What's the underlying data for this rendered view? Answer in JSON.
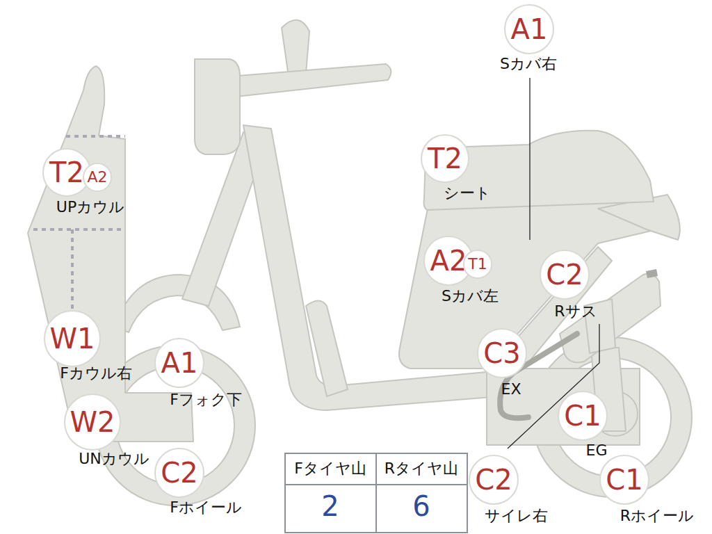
{
  "diagram": {
    "nodes": [
      {
        "text": [
          "A1"
        ]
      },
      {
        "text": [
          "T2"
        ]
      },
      {
        "text": [
          "A2"
        ]
      },
      {
        "text": [
          "T2"
        ]
      },
      {
        "text": [
          "A2"
        ]
      },
      {
        "text": [
          "T1"
        ]
      },
      {
        "text": [
          "C2"
        ]
      },
      {
        "text": [
          "W1"
        ]
      },
      {
        "text": [
          "A1"
        ]
      },
      {
        "text": [
          "C3"
        ]
      },
      {
        "text": [
          "W2"
        ]
      },
      {
        "text": [
          "C1"
        ]
      },
      {
        "text": [
          "C2"
        ]
      },
      {
        "text": [
          "C2"
        ]
      },
      {
        "text": [
          "C1"
        ]
      }
    ],
    "labels": [
      "Sカバ右",
      "UPカウル",
      "シート",
      "Sカバ左",
      "Rサス",
      "Fカウル右",
      "Fフォク下",
      "EX",
      "UNカウル",
      "EG",
      "Fホイール",
      "サイレ右",
      "Rホイール",
      "Fタイヤ山",
      "Rタイヤ山",
      "2",
      "6"
    ]
  }
}
